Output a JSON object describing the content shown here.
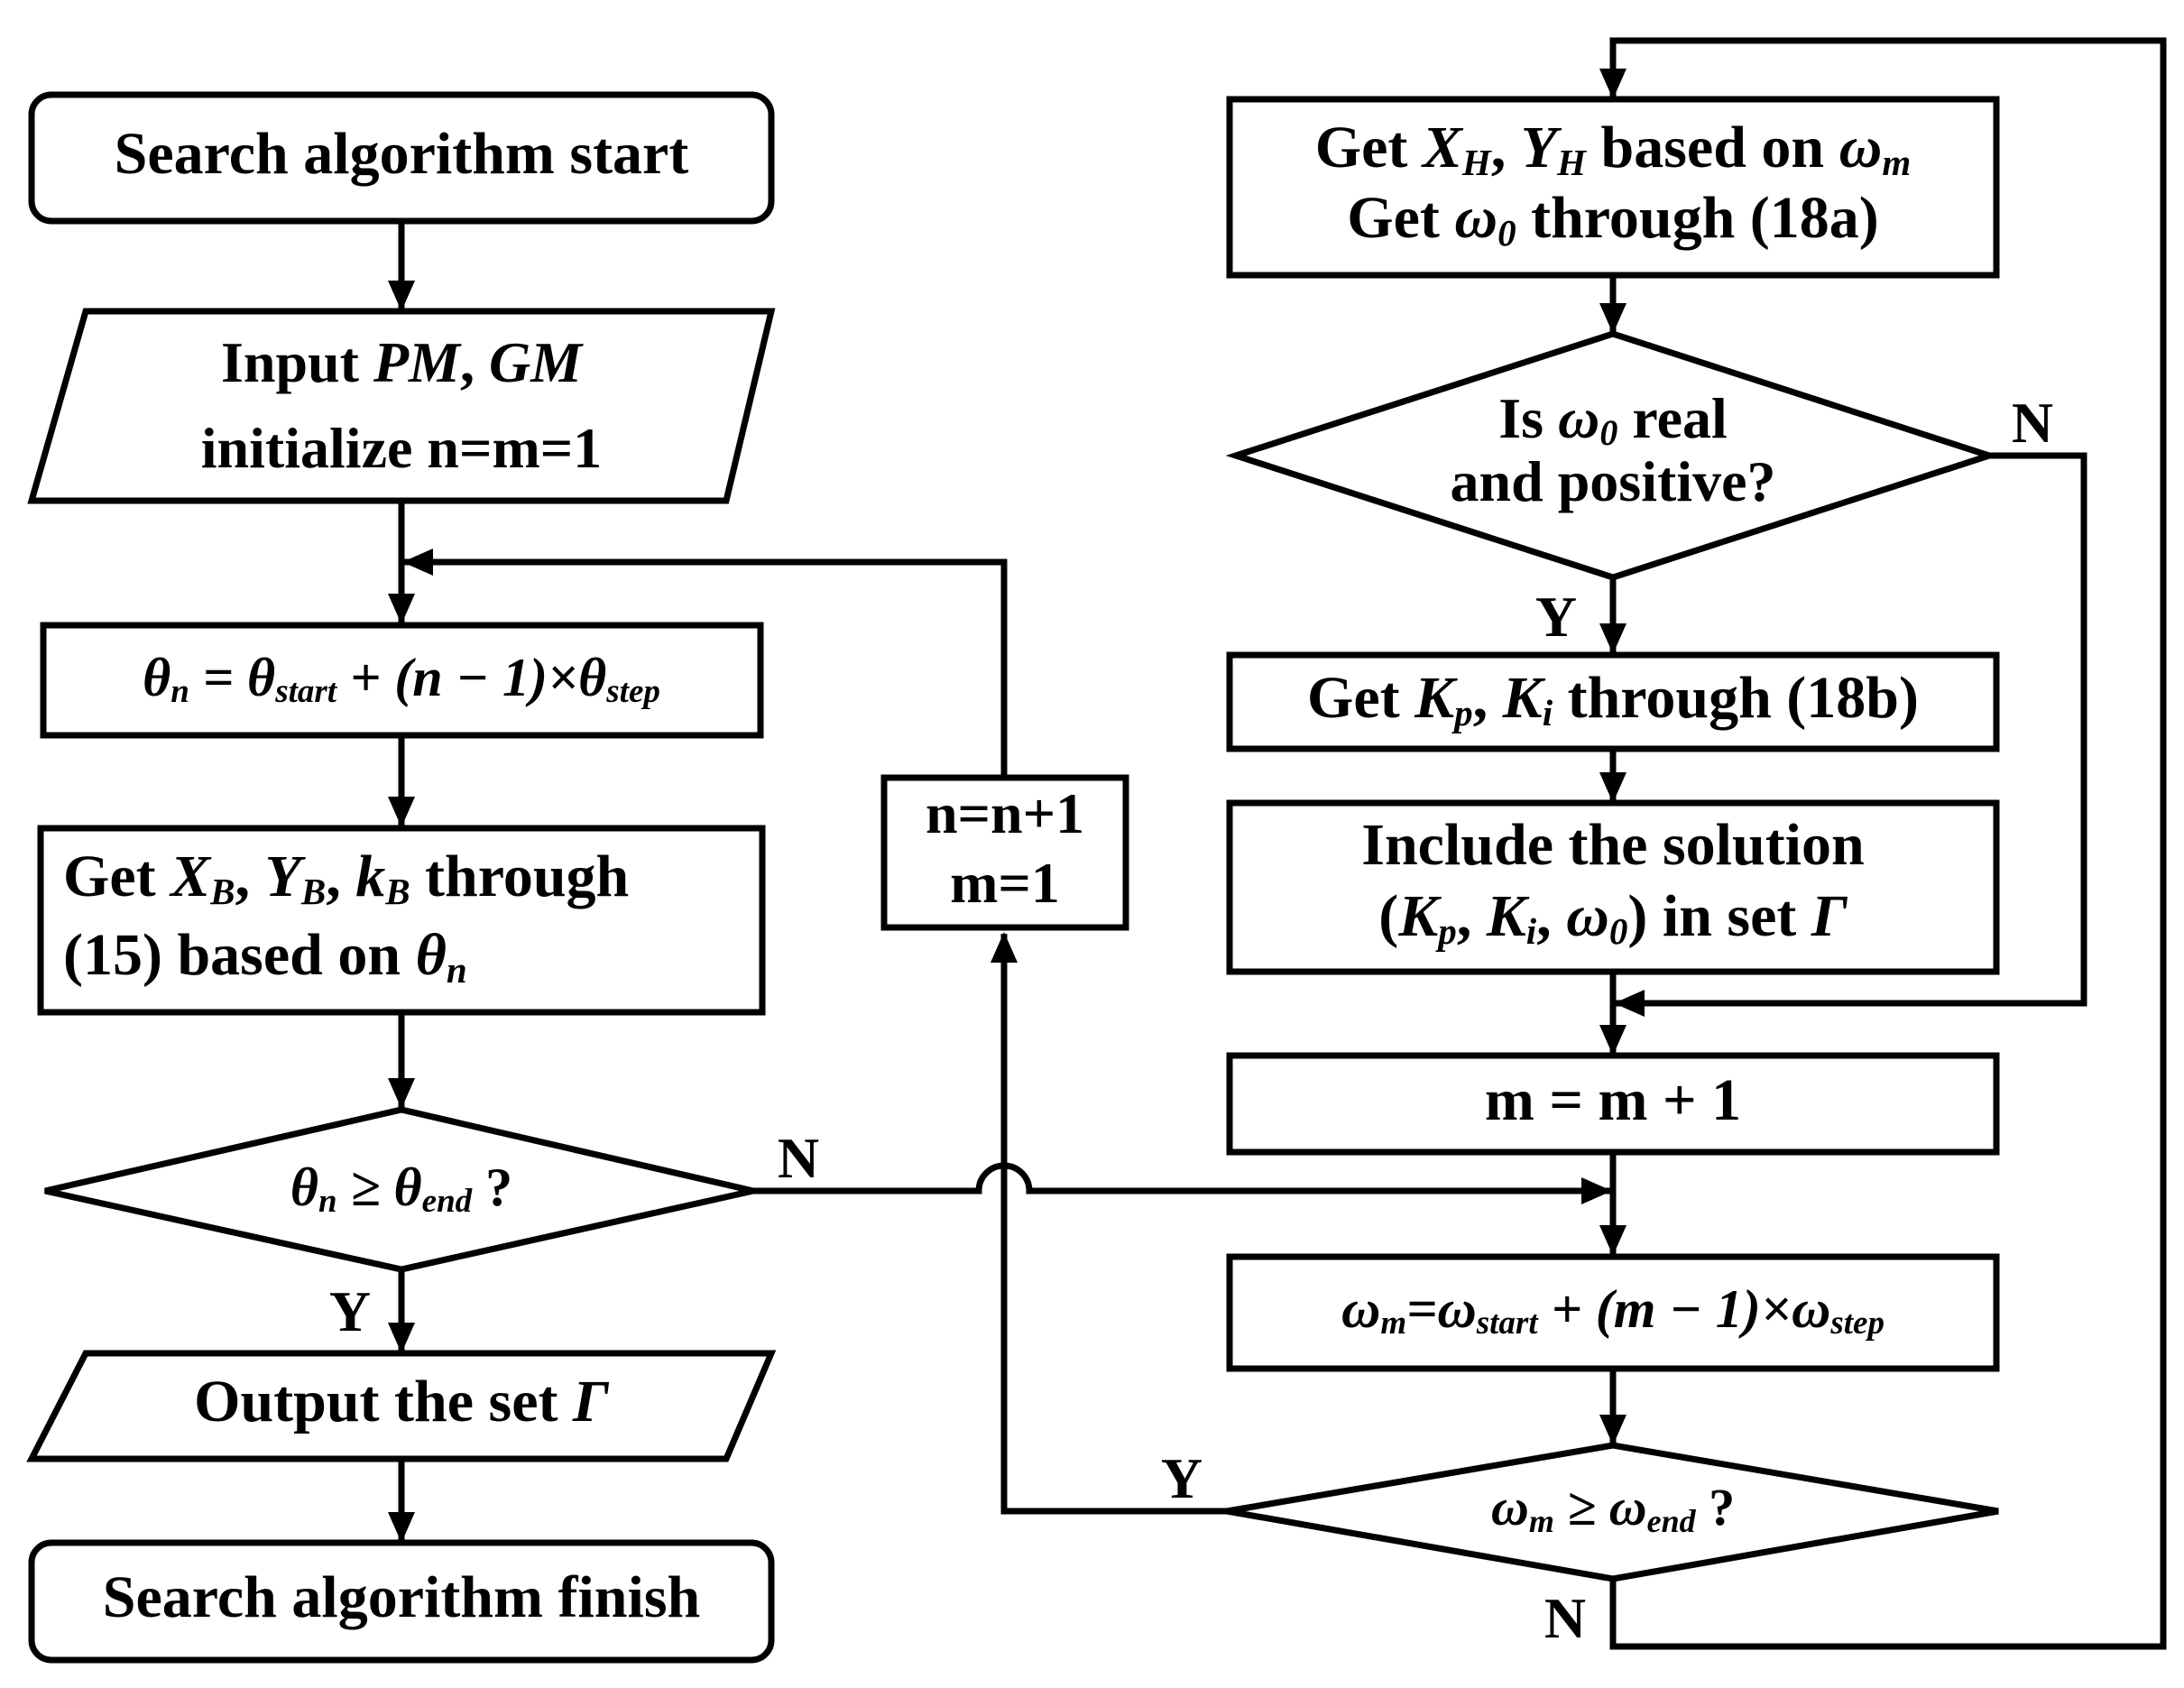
{
  "nodes": {
    "start": "Search algorithm start",
    "input": [
      [
        "Input ",
        "PM",
        ", ",
        "GM"
      ],
      [
        "initialize n=m=1"
      ]
    ],
    "theta": [
      "θ",
      "n",
      " = θ",
      "start",
      " + (n − 1)×θ",
      "step"
    ],
    "getxb": [
      [
        "Get ",
        "X",
        "B",
        ", ",
        "Y",
        "B",
        ", ",
        "k",
        "B",
        " through"
      ],
      [
        "(15) based on ",
        "θ",
        "n"
      ]
    ],
    "dec1": [
      "θ",
      "n",
      " ≥ θ",
      "end",
      " ?"
    ],
    "output": [
      "Output the set ",
      "Γ"
    ],
    "finish": "Search algorithm finish",
    "incn": [
      "n=n+1",
      "m=1"
    ],
    "getxh": [
      [
        "Get ",
        "X",
        "H",
        ", ",
        "Y",
        "H",
        " based on ",
        "ω",
        "m"
      ],
      [
        "Get ",
        "ω",
        "0",
        " through (18a)"
      ]
    ],
    "dec2": [
      [
        "Is ",
        "ω",
        "0",
        " real"
      ],
      [
        "and positive?"
      ]
    ],
    "getkp": [
      "Get ",
      "K",
      "p",
      ", ",
      "K",
      "i",
      " through (18b)"
    ],
    "include": [
      [
        "Include the solution"
      ],
      [
        "(",
        "K",
        "p",
        ", ",
        "K",
        "i",
        ", ",
        "ω",
        "0",
        ") in set ",
        "Γ"
      ]
    ],
    "incm": "m = m + 1",
    "omega": [
      "ω",
      "m",
      "=ω",
      "start",
      " + (m − 1)×ω",
      "step"
    ],
    "dec3": [
      "ω",
      "m",
      " ≥ ω",
      "end",
      " ?"
    ]
  },
  "labels": {
    "dec1_n": "N",
    "dec1_y": "Y",
    "dec2_n": "N",
    "dec2_y": "Y",
    "dec3_y": "Y",
    "dec3_n": "N"
  }
}
